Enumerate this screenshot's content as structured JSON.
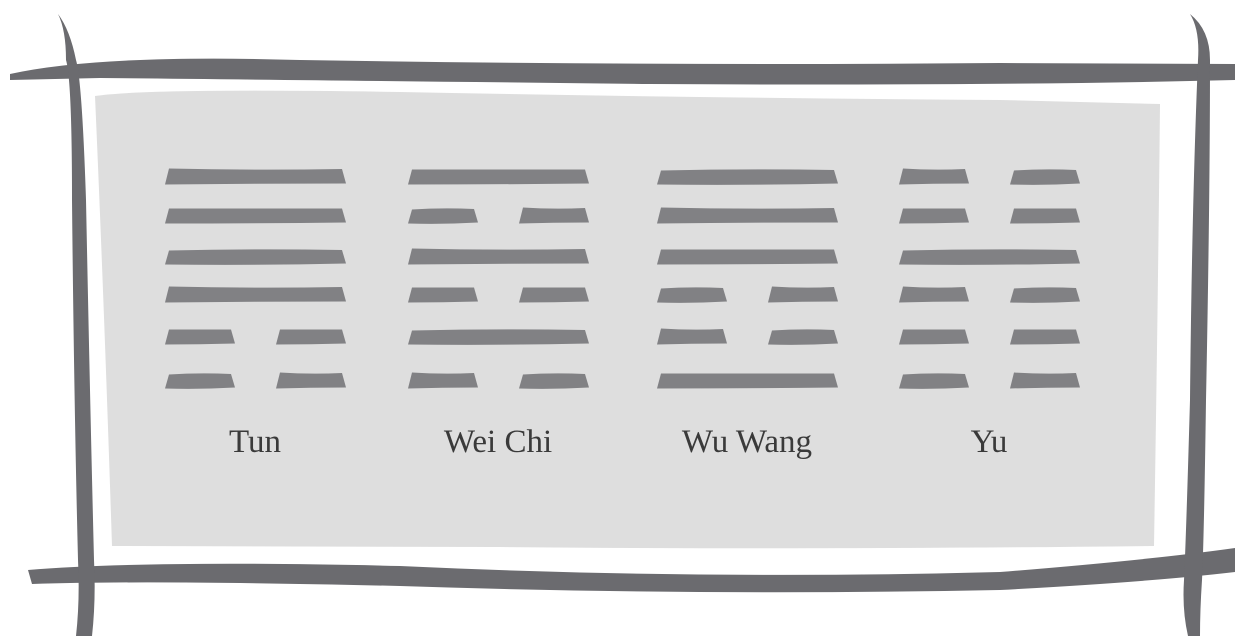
{
  "colors": {
    "frame": "#6b6b6f",
    "panel": "#dedede",
    "line": "#818184",
    "label": "#3a3a3a",
    "background": "#ffffff"
  },
  "hexagrams": [
    {
      "name": "Tun",
      "lines": [
        "solid",
        "solid",
        "solid",
        "solid",
        "broken",
        "broken"
      ]
    },
    {
      "name": "Wei Chi",
      "lines": [
        "solid",
        "broken",
        "solid",
        "broken",
        "solid",
        "broken"
      ]
    },
    {
      "name": "Wu Wang",
      "lines": [
        "solid",
        "solid",
        "solid",
        "broken",
        "broken",
        "solid"
      ]
    },
    {
      "name": "Yu",
      "lines": [
        "broken",
        "broken",
        "solid",
        "broken",
        "broken",
        "broken"
      ]
    }
  ]
}
